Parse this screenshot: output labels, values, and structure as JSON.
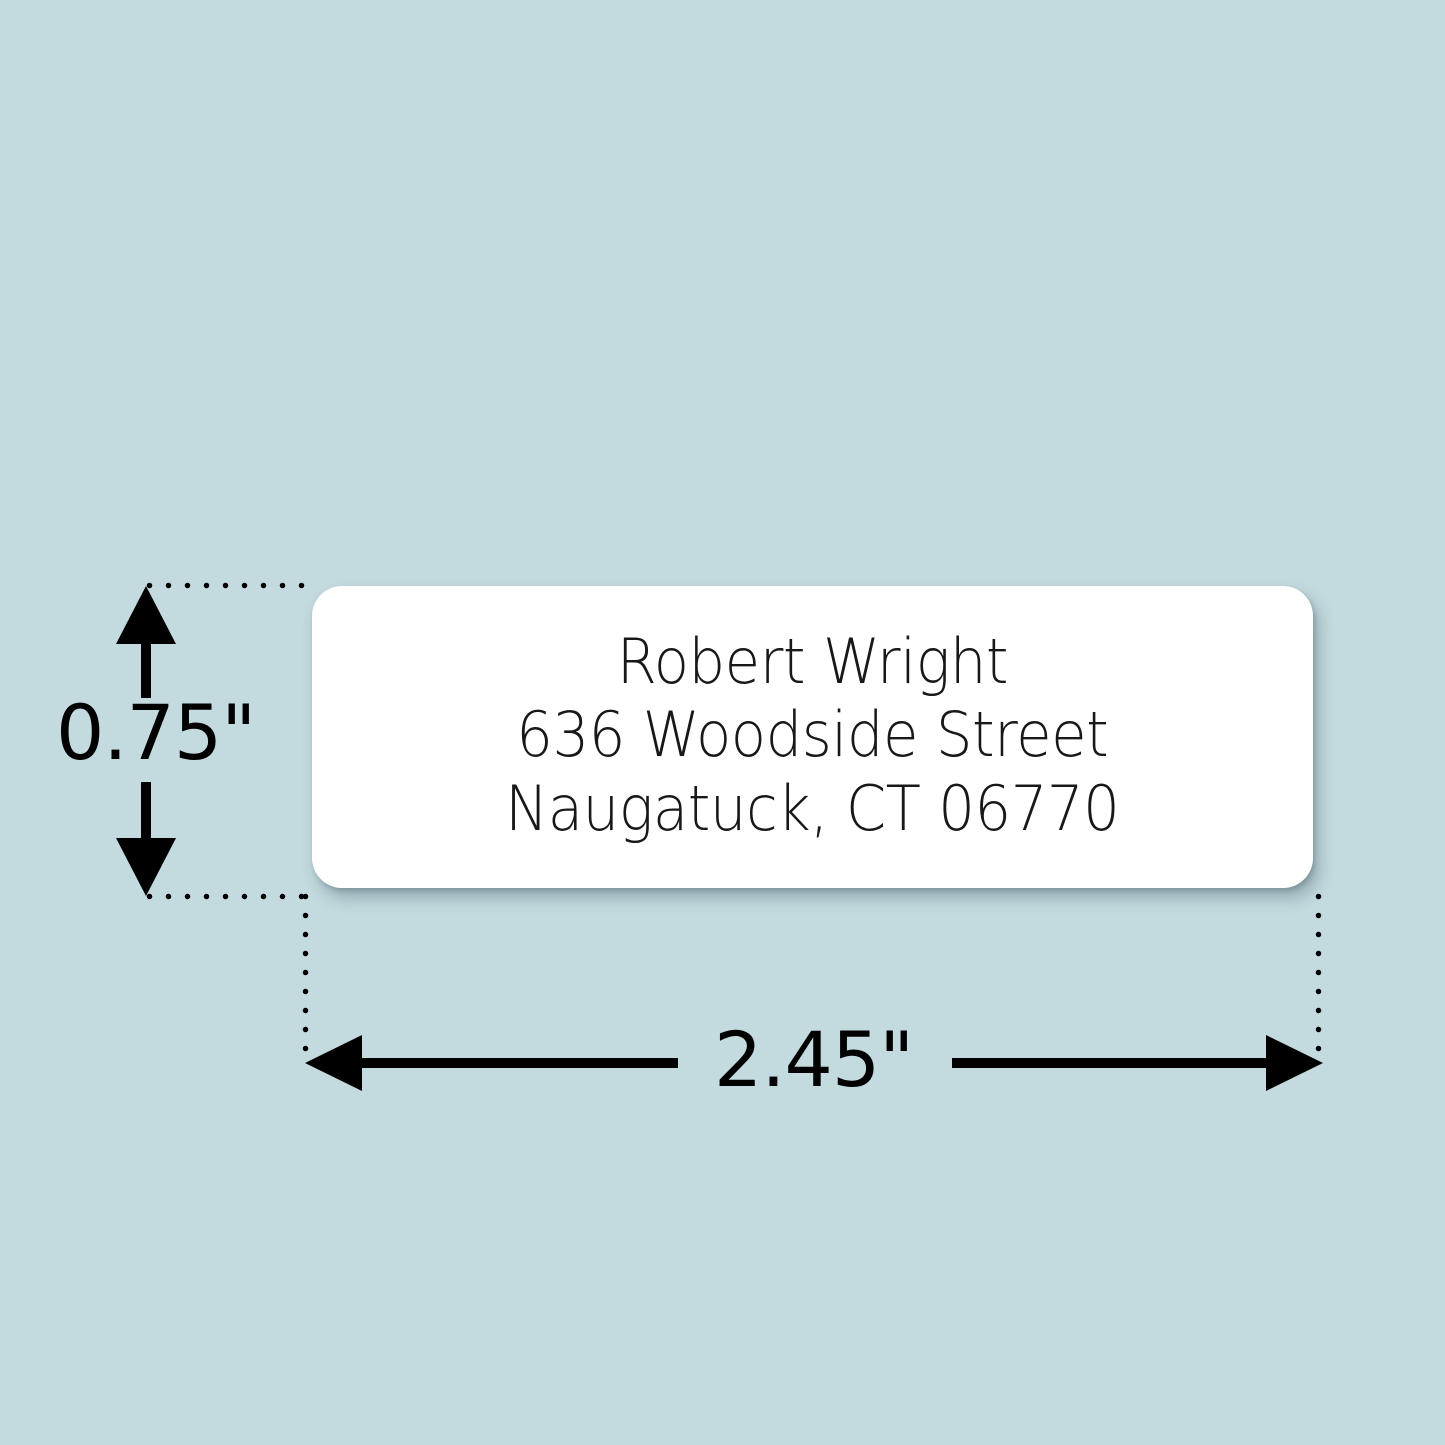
{
  "scene": {
    "title": "Address label size diagram",
    "background_color": "#c3dade"
  },
  "label": {
    "name": "address-label",
    "background_color": "#ffffff",
    "text_color": "#17181a",
    "lines": [
      "Robert Wright",
      "636 Woodside Street",
      "Naugatuck, CT 06770"
    ]
  },
  "dimensions": {
    "height": {
      "value": "0.75\"",
      "orientation": "vertical",
      "arrow_style": "double-headed",
      "line_style": "dotted-extension"
    },
    "width": {
      "value": "2.45\"",
      "orientation": "horizontal",
      "arrow_style": "double-headed",
      "line_style": "dotted-extension"
    },
    "line_color": "#000000"
  }
}
